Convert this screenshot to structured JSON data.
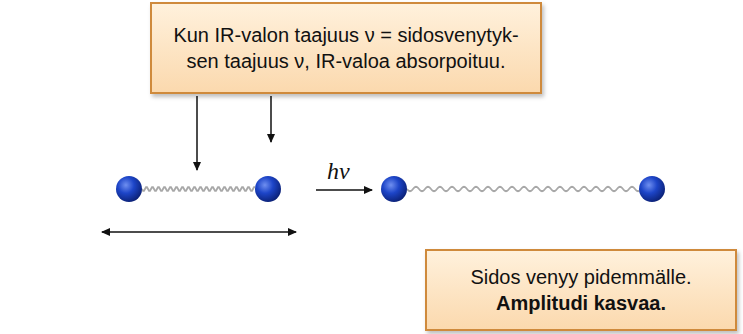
{
  "diagram": {
    "nodes": [
      {
        "text": [
          "Kun IR-valon taajuus ν = sidosvenytyk- sen taajuus ν, IR-valoa absorpoituu."
        ]
      },
      {
        "text": [
          "Sidos venyy pidemmälle.",
          "Amplitudi kasvaa."
        ]
      }
    ],
    "labels": [
      "hν"
    ]
  }
}
